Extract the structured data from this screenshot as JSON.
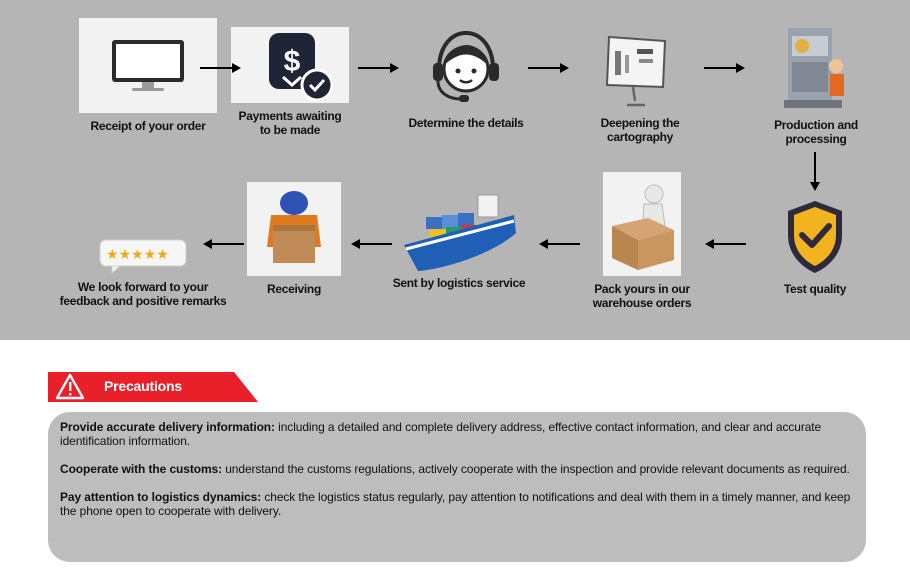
{
  "steps": [
    {
      "label": "Receipt of your order"
    },
    {
      "label": "Payments awaiting to be made"
    },
    {
      "label": "Determine the details"
    },
    {
      "label": "Deepening the cartography"
    },
    {
      "label": "Production and processing"
    },
    {
      "label": "Test quality"
    },
    {
      "label": "Pack yours in our warehouse orders"
    },
    {
      "label": "Sent by logistics service"
    },
    {
      "label": "Receiving"
    },
    {
      "label": "We look forward to your feedback and positive remarks"
    }
  ],
  "precautions": {
    "title": "Precautions",
    "items": [
      {
        "heading": "Provide accurate delivery information:",
        "text": " including a detailed and complete delivery address, effective contact information, and clear and accurate identification information."
      },
      {
        "heading": "Cooperate with the customs:",
        "text": " understand the customs regulations, actively cooperate with the inspection and provide relevant documents as required."
      },
      {
        "heading": "Pay attention to logistics dynamics:",
        "text": " check the logistics status regularly, pay attention to notifications and deal with them in a timely manner, and keep the phone open to cooperate with delivery."
      }
    ]
  },
  "colors": {
    "band": "#b5b5b5",
    "accent_red": "#e8202a",
    "panel": "#bdbdbd"
  }
}
